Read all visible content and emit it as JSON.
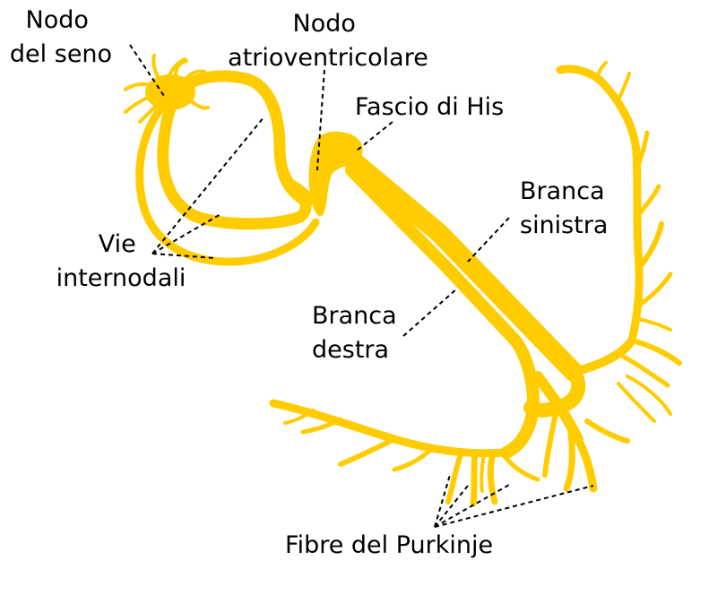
{
  "colors": {
    "conduction": "#FFCC00",
    "label": "#000000",
    "background": "#FFFFFF"
  },
  "labels": {
    "nodo_seno": [
      "Nodo",
      "del seno"
    ],
    "nodo_av": [
      "Nodo",
      "atrioventricolare"
    ],
    "fascio_his": "Fascio di His",
    "branca_sinistra": [
      "Branca",
      "sinistra"
    ],
    "vie_internodali": [
      "Vie",
      "internodali"
    ],
    "branca_destra": [
      "Branca",
      "destra"
    ],
    "fibre_purkinje": "Fibre del Purkinje"
  }
}
